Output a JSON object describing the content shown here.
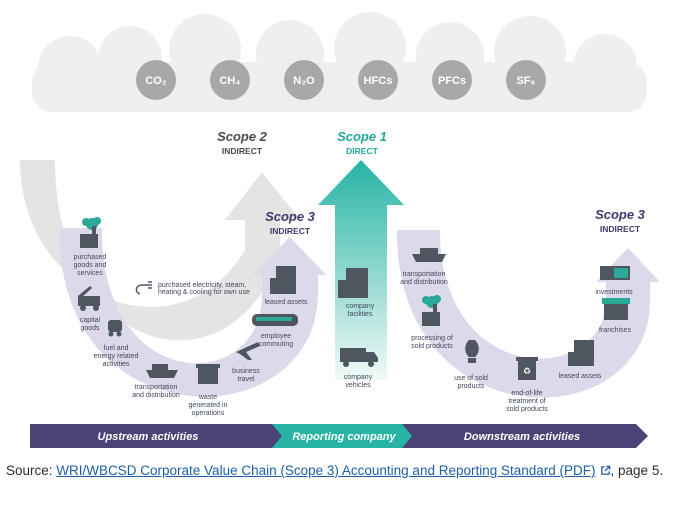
{
  "gases": [
    "CO₂",
    "CH₄",
    "N₂O",
    "HFCs",
    "PFCs",
    "SF₆"
  ],
  "scope2": {
    "title": "Scope 2",
    "sub": "INDIRECT"
  },
  "scope1": {
    "title": "Scope 1",
    "sub": "DIRECT"
  },
  "scope3_up": {
    "title": "Scope 3",
    "sub": "INDIRECT"
  },
  "scope3_down": {
    "title": "Scope 3",
    "sub": "INDIRECT"
  },
  "upstream": {
    "purchased_goods": [
      "purchased",
      "goods and",
      "services"
    ],
    "capital_goods": [
      "capital",
      "goods"
    ],
    "fuel": [
      "fuel and",
      "energy related",
      "activities"
    ],
    "transport": [
      "transportation",
      "and distribution"
    ],
    "waste": [
      "waste",
      "generated in",
      "operations"
    ],
    "business_travel": [
      "business",
      "travel"
    ],
    "commuting": [
      "employee",
      "commuting"
    ],
    "leased": [
      "leased assets"
    ],
    "electricity": [
      "purchased electricity, steam,",
      "heating & cooling for own use"
    ]
  },
  "reporting": {
    "facilities": [
      "company",
      "facilities"
    ],
    "vehicles": [
      "company",
      "vehicles"
    ]
  },
  "downstream": {
    "transport": [
      "transportation",
      "and distribution"
    ],
    "processing": [
      "processing of",
      "sold products"
    ],
    "use": [
      "use of sold",
      "products"
    ],
    "eol": [
      "end-of-life",
      "treatment of",
      "sold products"
    ],
    "leased": [
      "leased assets"
    ],
    "franchises": [
      "franchises"
    ],
    "investments": [
      "investments"
    ]
  },
  "bar": {
    "upstream": "Upstream activities",
    "reporting": "Reporting company",
    "downstream": "Downstream activities"
  },
  "caption": {
    "prefix": "Source: ",
    "link": "WRI/WBCSD Corporate Value Chain (Scope 3) Accounting and Reporting Standard (PDF)",
    "suffix": ", page 5."
  },
  "colors": {
    "purple_dark": "#4a4476",
    "purple_light": "#dcd9ea",
    "teal": "#27b4a4",
    "teal_light": "#d3efe9",
    "gray_arrow": "#e3e3e3",
    "gas_circle": "#a6a6a6",
    "cloud": "#eeeeee",
    "icon": "#4f5660",
    "link": "#1d5fa8"
  }
}
